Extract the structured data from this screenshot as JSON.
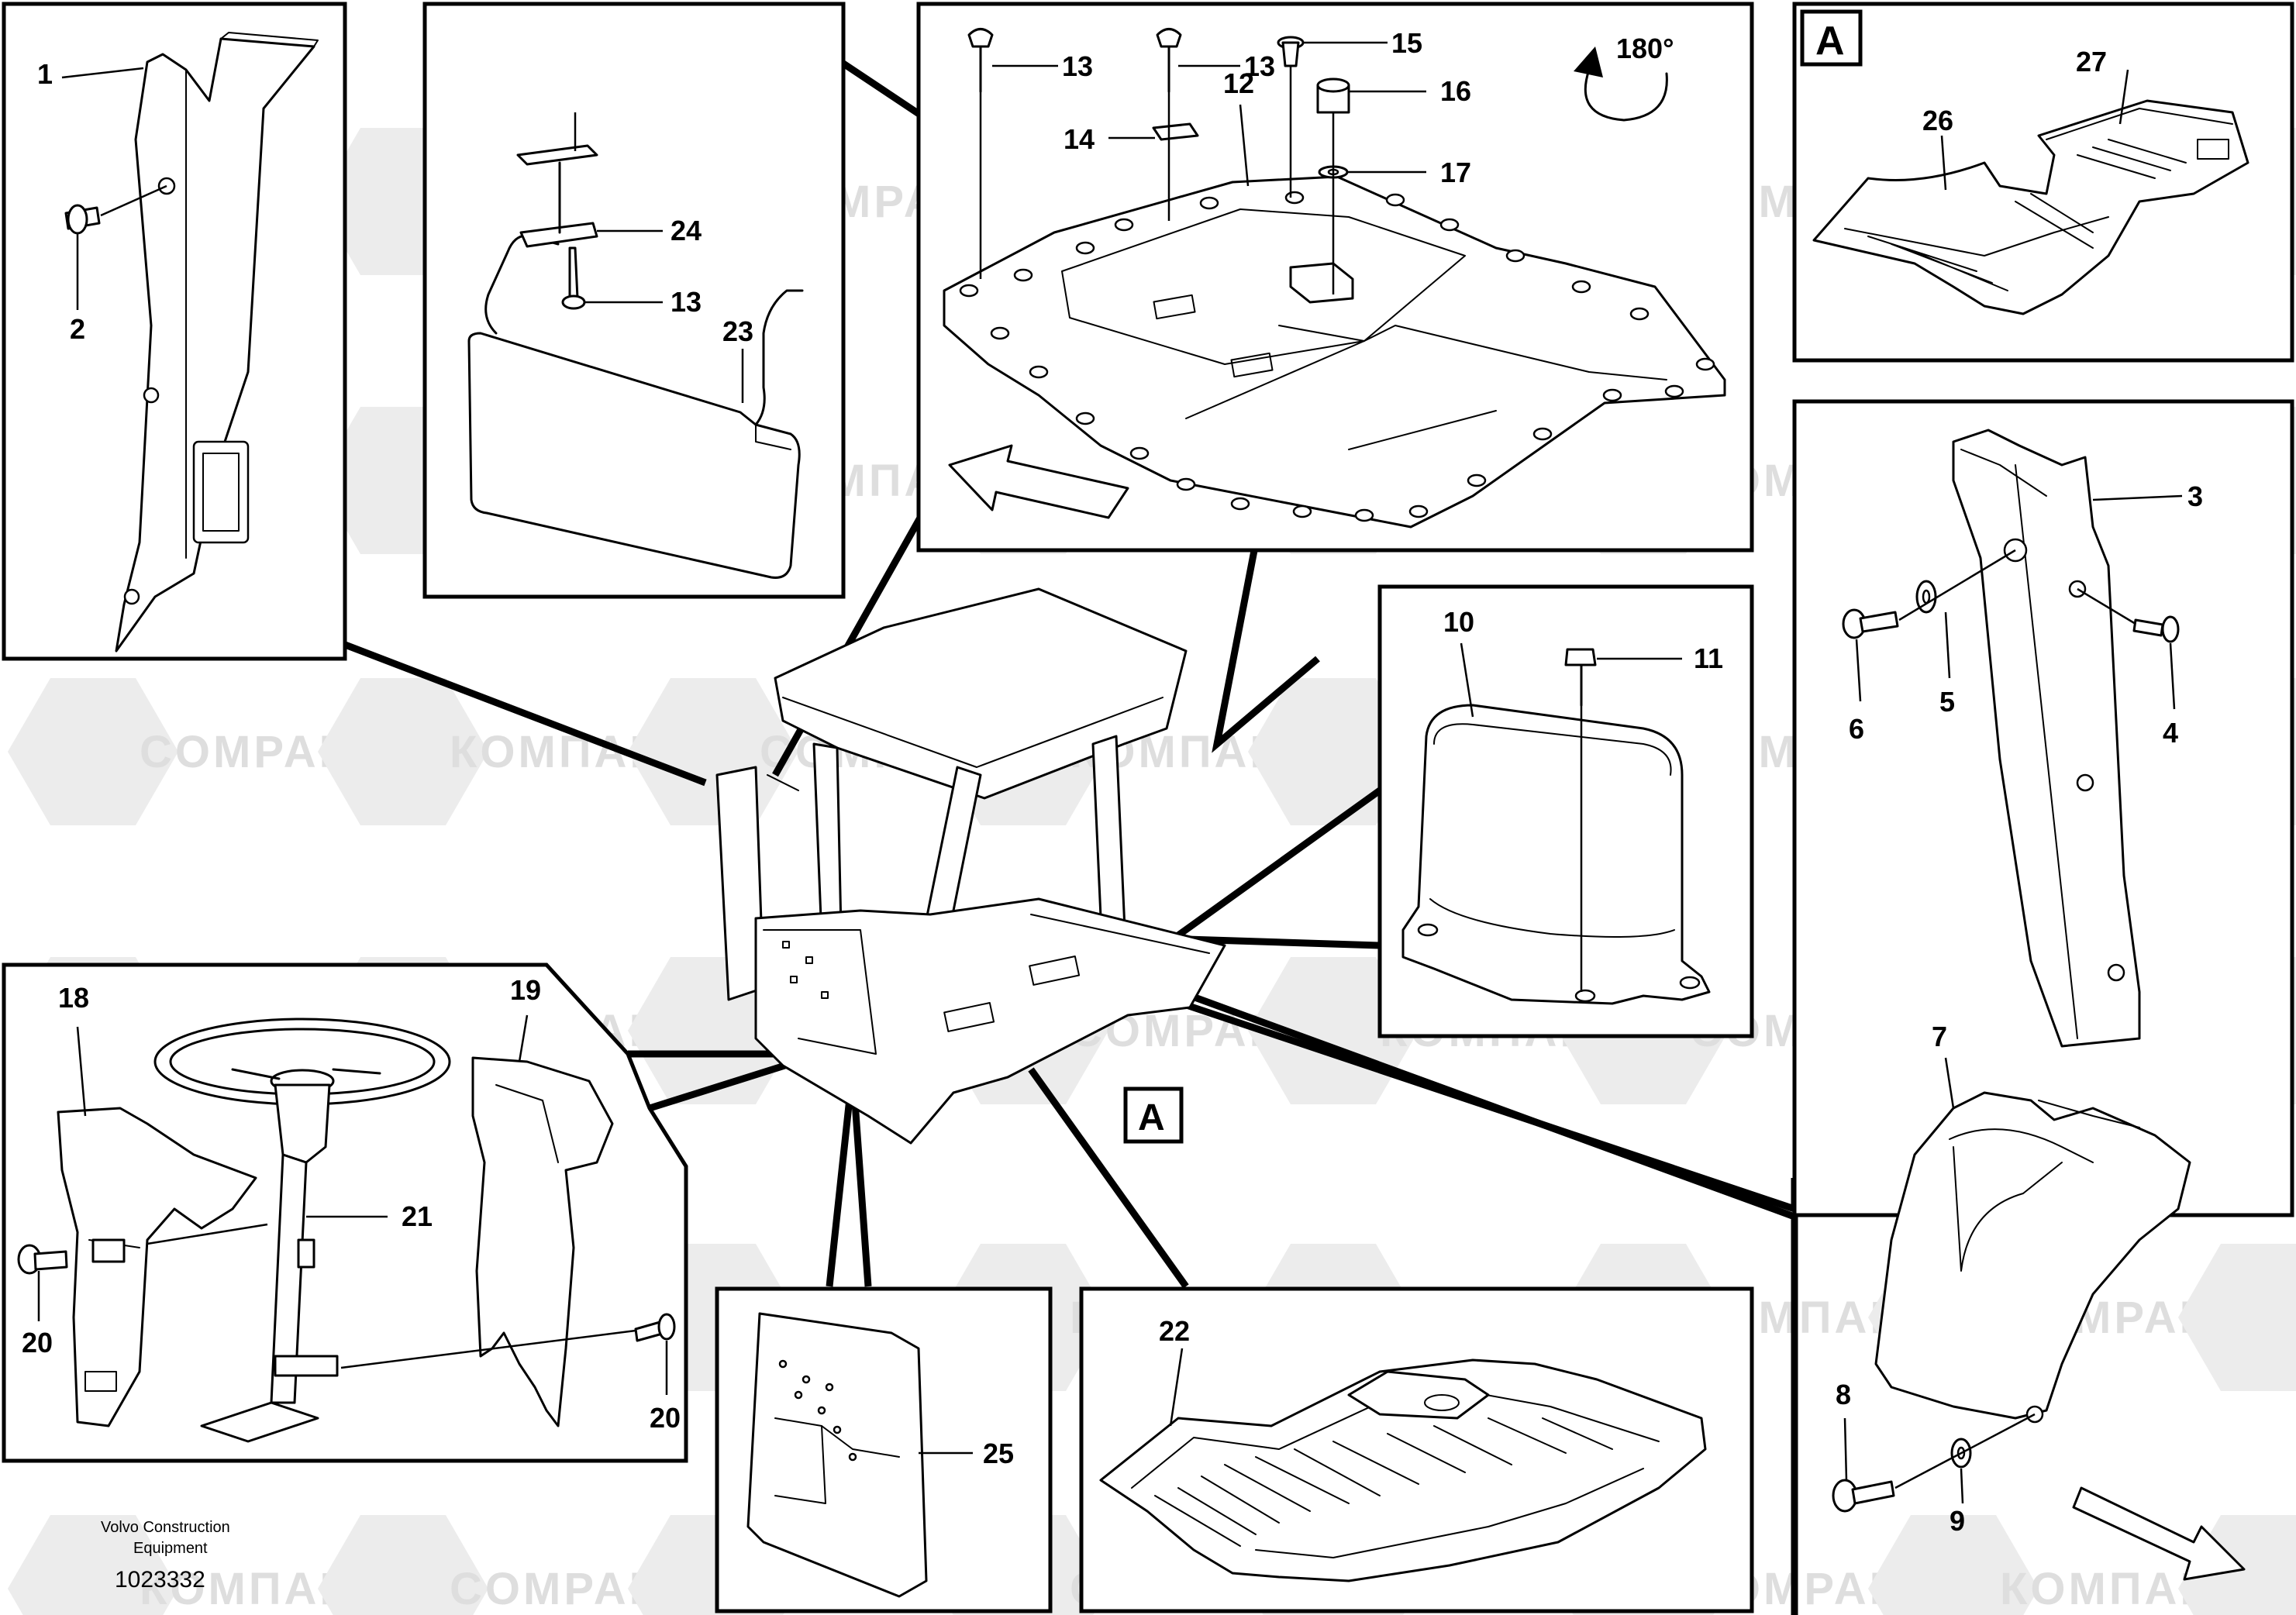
{
  "watermark": {
    "latin": "COMPART",
    "cyrillic": "КОМПАРТ"
  },
  "rotation_label": "180°",
  "view_marker": "A",
  "panels": {
    "pillar_left": {
      "labels": [
        "1",
        "2"
      ]
    },
    "sun_visor": {
      "labels": [
        "24",
        "13",
        "23"
      ]
    },
    "roof_panel": {
      "labels": [
        "13",
        "15",
        "16",
        "14",
        "12",
        "17"
      ]
    },
    "floor_mat_view_a": {
      "labels": [
        "27",
        "26"
      ]
    },
    "pillar_right": {
      "labels": [
        "3",
        "5",
        "6",
        "4"
      ]
    },
    "floor_box": {
      "labels": [
        "10",
        "11"
      ]
    },
    "steering_column": {
      "labels": [
        "18",
        "19",
        "21",
        "20",
        "20"
      ]
    },
    "rear_cover": {
      "labels": [
        "7",
        "8",
        "9"
      ]
    },
    "panel_plate": {
      "labels": [
        "25"
      ]
    },
    "floor_mat": {
      "labels": [
        "22"
      ]
    }
  },
  "footer": {
    "company_line1": "Volvo Construction",
    "company_line2": "Equipment",
    "drawing_number": "1023332"
  }
}
